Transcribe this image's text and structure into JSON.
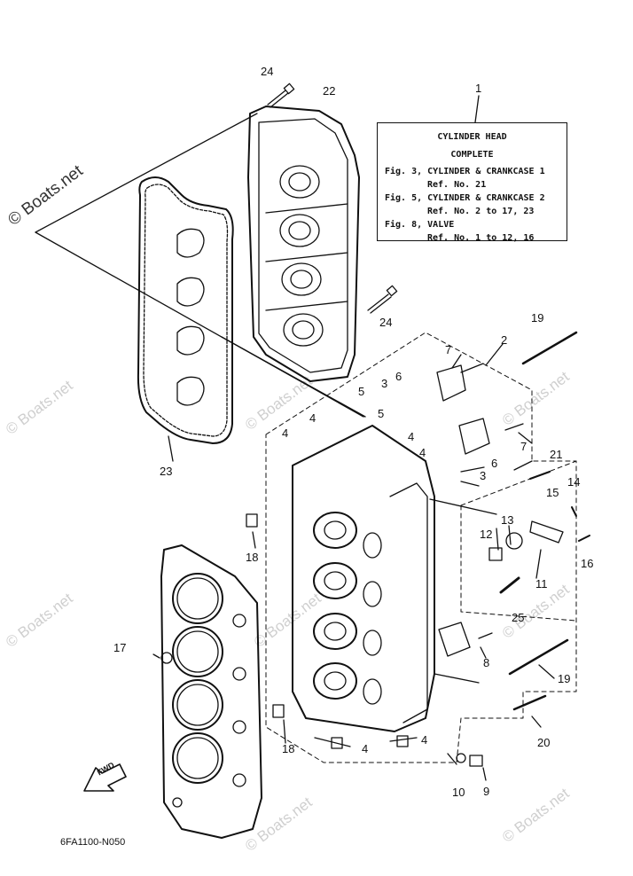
{
  "title_box": {
    "line1": "CYLINDER HEAD",
    "line2": "COMPLETE",
    "line3": "Fig. 3, CYLINDER & CRANKCASE 1",
    "line4": "Ref. No. 21",
    "line5": "Fig. 5, CYLINDER & CRANKCASE 2",
    "line6": "Ref. No. 2 to 17, 23",
    "line7": "Fig. 8, VALVE",
    "line8": "Ref. No. 1 to 12, 16"
  },
  "callouts": {
    "c1": "1",
    "c2": "2",
    "c3a": "3",
    "c3b": "3",
    "c4a": "4",
    "c4b": "4",
    "c4c": "4",
    "c4d": "4",
    "c4e": "4",
    "c4f": "4",
    "c5a": "5",
    "c5b": "5",
    "c6a": "6",
    "c6b": "6",
    "c7a": "7",
    "c7b": "7",
    "c8": "8",
    "c9": "9",
    "c10": "10",
    "c11": "11",
    "c12": "12",
    "c13": "13",
    "c14": "14",
    "c15": "15",
    "c16": "16",
    "c17": "17",
    "c18a": "18",
    "c18b": "18",
    "c19a": "19",
    "c19b": "19",
    "c20": "20",
    "c21": "21",
    "c22": "22",
    "c23": "23",
    "c24a": "24",
    "c24b": "24",
    "c25": "25"
  },
  "drawing_code": "6FA1100-N050",
  "fwd_label": "FWD",
  "watermarks": {
    "main": "© Boats.net",
    "w1": "© Boats.net",
    "w2": "© Boats.net",
    "w3": "© Boats.net",
    "w4": "© Boats.net",
    "w5": "© Boats.net",
    "w6": "© Boats.net",
    "w7": "© Boats.net",
    "w8": "© Boats.net"
  },
  "colors": {
    "line": "#111111",
    "watermark": "#cfcfcf"
  }
}
